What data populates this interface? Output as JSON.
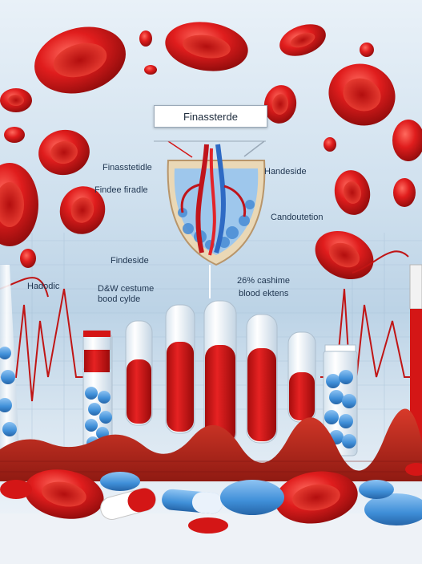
{
  "title": "Finassterde",
  "labels": {
    "top_left": "Finasstetidle",
    "mid_left": "Findee firadle",
    "top_right": "Handeside",
    "mid_right": "Candoutetion",
    "lower_left": "Findeside",
    "far_left": "Hadodic",
    "tube_left_line1": "D&W cestume",
    "tube_left_line2": "bood cylde",
    "tube_right_line1": "26% cashime",
    "tube_right_line2": "blood ektens"
  },
  "colors": {
    "blood": "#d41616",
    "pill_blue": "#3f8fd8",
    "background": "#c8dbeb"
  }
}
